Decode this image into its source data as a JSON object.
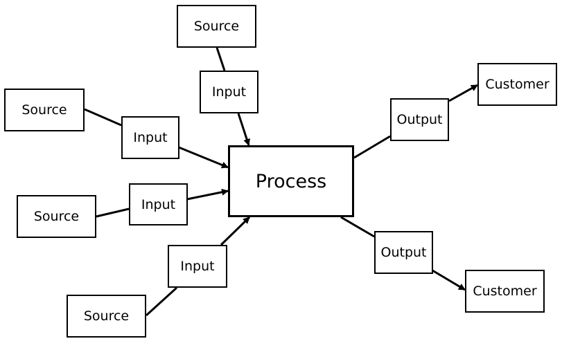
{
  "diagram": {
    "nodes": {
      "source_top": "Source",
      "source_left_upper": "Source",
      "source_left_lower": "Source",
      "source_bottom": "Source",
      "input_top": "Input",
      "input_left_upper": "Input",
      "input_left_lower": "Input",
      "input_bottom": "Input",
      "process": "Process",
      "output_upper": "Output",
      "output_lower": "Output",
      "customer_upper": "Customer",
      "customer_lower": "Customer"
    },
    "edges": [
      {
        "from": "source_top",
        "to": "input_top",
        "arrow": false
      },
      {
        "from": "input_top",
        "to": "process",
        "arrow": true
      },
      {
        "from": "source_left_upper",
        "to": "input_left_upper",
        "arrow": false
      },
      {
        "from": "input_left_upper",
        "to": "process",
        "arrow": true
      },
      {
        "from": "source_left_lower",
        "to": "input_left_lower",
        "arrow": false
      },
      {
        "from": "input_left_lower",
        "to": "process",
        "arrow": true
      },
      {
        "from": "source_bottom",
        "to": "input_bottom",
        "arrow": false
      },
      {
        "from": "input_bottom",
        "to": "process",
        "arrow": true
      },
      {
        "from": "process",
        "to": "output_upper",
        "arrow": false
      },
      {
        "from": "output_upper",
        "to": "customer_upper",
        "arrow": true
      },
      {
        "from": "process",
        "to": "output_lower",
        "arrow": false
      },
      {
        "from": "output_lower",
        "to": "customer_lower",
        "arrow": true
      }
    ]
  }
}
